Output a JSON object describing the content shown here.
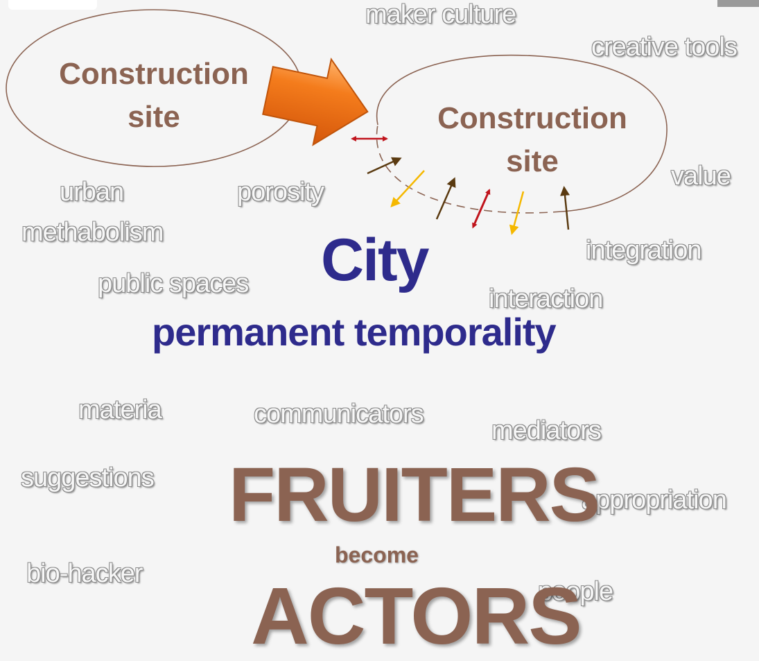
{
  "left_ellipse": {
    "line1": "Construction",
    "line2": "site"
  },
  "right_ellipse": {
    "line1": "Construction",
    "line2": "site"
  },
  "keywords": {
    "maker_culture": "maker culture",
    "creative_tools": "creative tools",
    "value": "value",
    "urban": "urban",
    "methabolism": "methabolism",
    "porosity": "porosity",
    "integration": "integration",
    "public_spaces": "public spaces",
    "interaction": "interaction",
    "materia": "materia",
    "communicators": "communicators",
    "mediators": "mediators",
    "suggestions": "suggestions",
    "appropriation": "appropriation",
    "bio_hacker": "bio-hacker",
    "people": "people"
  },
  "main": {
    "city": "City",
    "permanent_temporality": "permanent temporality",
    "fruiters": "FRUITERS",
    "become": "become",
    "actors": "ACTORS"
  },
  "colors": {
    "brown": "#8b6352",
    "navy": "#2e2b8c",
    "orange": "#f07a1a",
    "red_arrow": "#c0141c",
    "yellow_arrow": "#f5b800",
    "dark_brown_arrow": "#5a3a10"
  },
  "icons": [
    "logo-emblem",
    "block-arrow-right",
    "small-arrows"
  ]
}
